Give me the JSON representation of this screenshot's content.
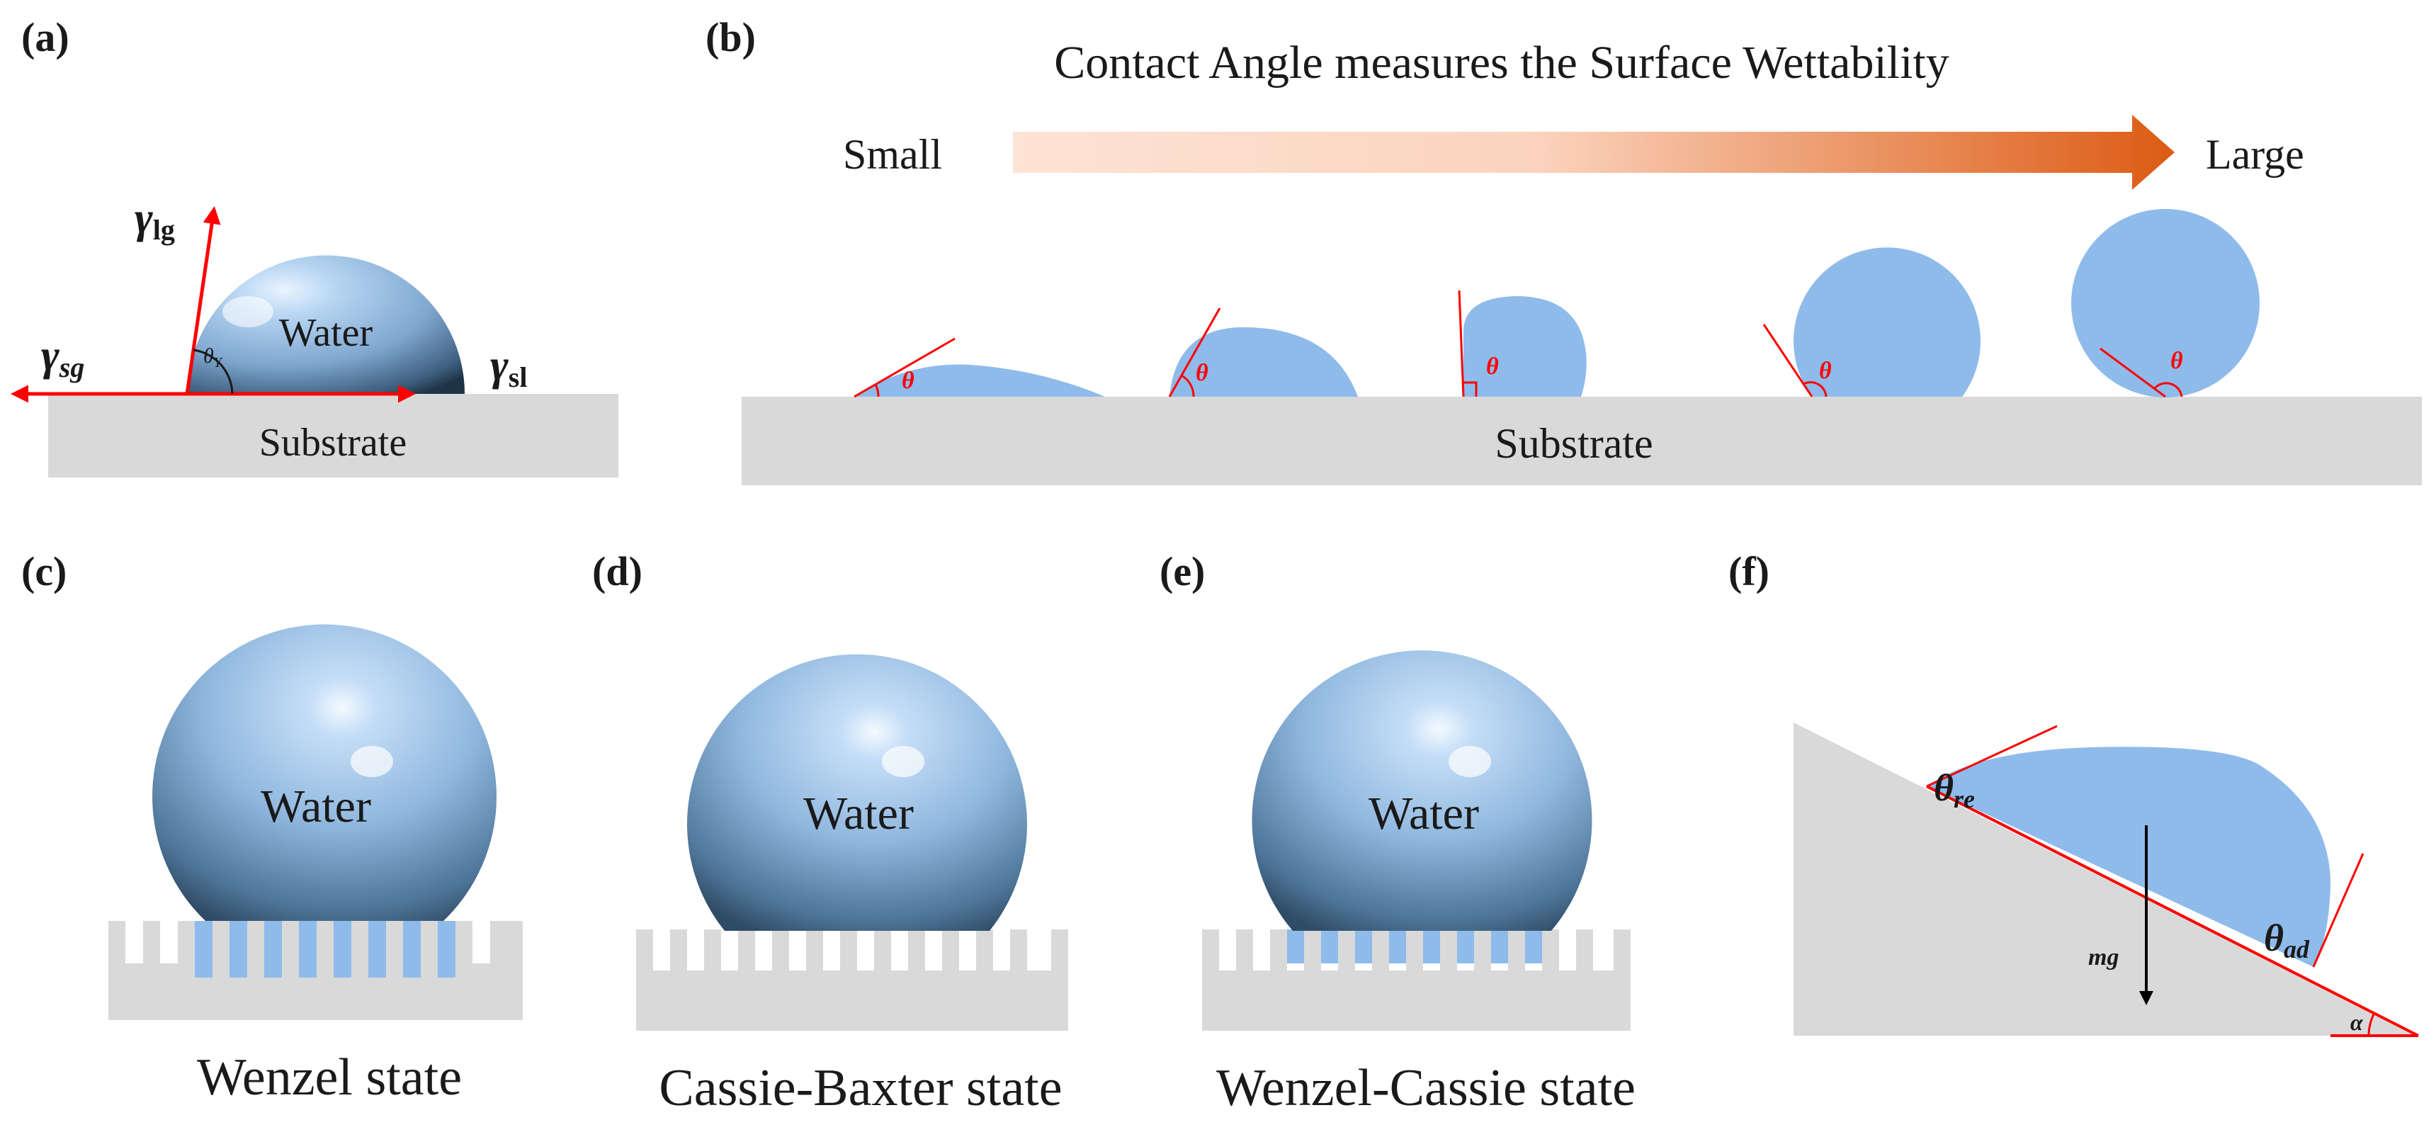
{
  "panels": {
    "a": {
      "label": "(a)",
      "drop_text": "Water",
      "substrate_text": "Substrate",
      "gamma_lg": "γ",
      "gamma_lg_sub": "lg",
      "gamma_sg": "γ",
      "gamma_sg_sub": "sg",
      "gamma_sl": "γ",
      "gamma_sl_sub": "sl",
      "theta_y": "θ",
      "theta_y_sub": "Y"
    },
    "b": {
      "label": "(b)",
      "title": "Contact Angle measures the Surface Wettability",
      "small": "Small",
      "large": "Large",
      "substrate_text": "Substrate",
      "theta": "θ",
      "arrow_start_color": "#fde3d5",
      "arrow_end_color": "#dc5b14"
    },
    "c": {
      "label": "(c)",
      "drop_text": "Water",
      "caption": "Wenzel state"
    },
    "d": {
      "label": "(d)",
      "drop_text": "Water",
      "caption": "Cassie-Baxter state"
    },
    "e": {
      "label": "(e)",
      "drop_text": "Water",
      "caption": "Wenzel-Cassie state"
    },
    "f": {
      "label": "(f)",
      "theta_re": "θ",
      "theta_re_sub": "re",
      "theta_ad": "θ",
      "theta_ad_sub": "ad",
      "mg": "mg",
      "alpha": "α"
    }
  },
  "colors": {
    "water": "#8fbbeb",
    "substrate": "#d9d9d9",
    "red": "#ff0000",
    "text": "#1a1a1a"
  }
}
